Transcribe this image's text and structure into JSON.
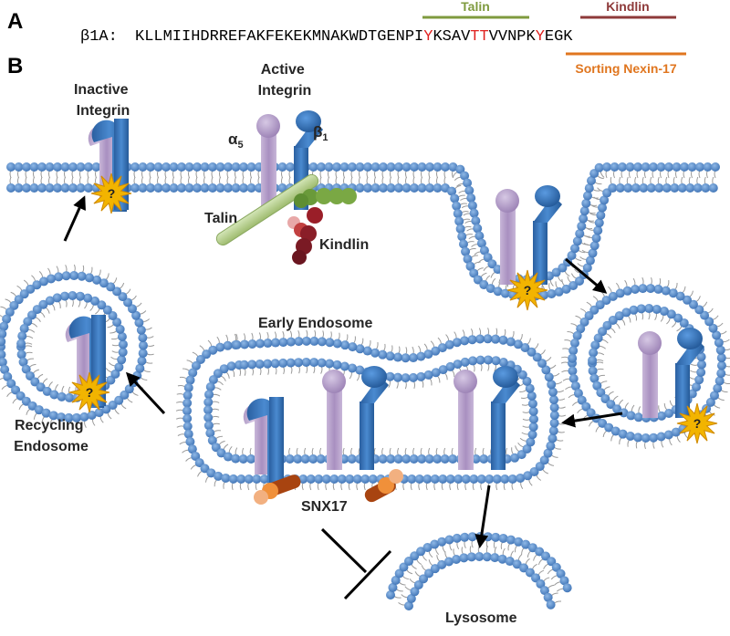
{
  "panel_a": {
    "label": "A",
    "sequence_name": "β1A:",
    "segments": [
      {
        "text": "KLLMIIHDRREFAKFEKEKMNAKWDTGENPI",
        "hl": false
      },
      {
        "text": "Y",
        "hl": true
      },
      {
        "text": "KSAV",
        "hl": false
      },
      {
        "text": "TT",
        "hl": true
      },
      {
        "text": "VVNPK",
        "hl": false
      },
      {
        "text": "Y",
        "hl": true
      },
      {
        "text": "EGK",
        "hl": false
      }
    ],
    "talin_label": "Talin",
    "kindlin_label": "Kindlin",
    "snx_label": "Sorting Nexin-17",
    "colors": {
      "talin": "#7f9b3f",
      "kindlin": "#8e3a3a",
      "snx": "#e0761f",
      "highlight": "#e0201e"
    }
  },
  "panel_b": {
    "label": "B",
    "inactive_integrin": [
      "Inactive",
      "Integrin"
    ],
    "active_integrin": [
      "Active",
      "Integrin"
    ],
    "alpha": "α",
    "alpha_sub": "5",
    "beta": "β",
    "beta_sub": "1",
    "talin": "Talin",
    "kindlin": "Kindlin",
    "early_endosome": "Early Endosome",
    "recycling_endosome": [
      "Recycling",
      "Endosome"
    ],
    "snx17": "SNX17",
    "lysosome": "Lysosome",
    "unknown": "?",
    "colors": {
      "membrane": "#4a7fc1",
      "alpha": "#b5a0c8",
      "beta": "#2d6fb4",
      "talin": "#b5d08f",
      "kindlin": "#8a1e28",
      "snx": "#e0761f",
      "star": "#f2b400"
    }
  }
}
